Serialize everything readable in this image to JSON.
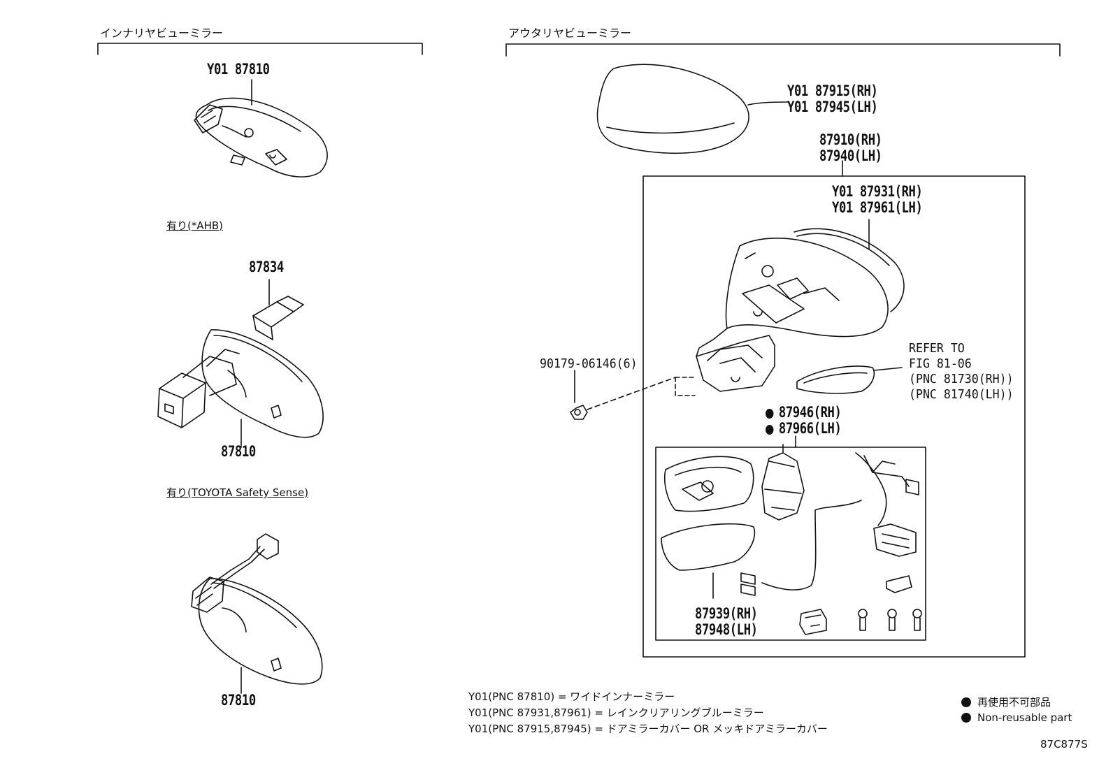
{
  "sections": {
    "inner_title": "インナリヤビューミラー",
    "outer_title": "アウタリヤビューミラー"
  },
  "inner": {
    "top_part": "Y01 87810",
    "note_ahb": "有り(*AHB)",
    "sensor_part": "87834",
    "ahb_mirror_part": "87810",
    "note_tss": "有り(TOYOTA Safety Sense)",
    "tss_mirror_part": "87810"
  },
  "outer": {
    "cover_rh": "Y01 87915(RH)",
    "cover_lh": "Y01 87945(LH)",
    "assy_rh": "87910(RH)",
    "assy_lh": "87940(LH)",
    "mirror_rh": "Y01 87931(RH)",
    "mirror_lh": "Y01 87961(LH)",
    "nut": "90179-06146(6)",
    "refer_1": "REFER TO",
    "refer_2": "FIG 81-06",
    "refer_3": "(PNC 81730(RH))",
    "refer_4": "(PNC 81740(LH))",
    "sub_rh": "87946(RH)",
    "sub_lh": "87966(LH)",
    "lower_rh": "87939(RH)",
    "lower_lh": "87948(LH)"
  },
  "footnotes": [
    "Y01(PNC 87810) = ワイドインナーミラー",
    "Y01(PNC 87931,87961) = レインクリアリングブルーミラー",
    "Y01(PNC 87915,87945) = ドアミラーカバー OR メッキドアミラーカバー"
  ],
  "legend": {
    "ja": "再使用不可部品",
    "en": "Non-reusable part"
  },
  "figure_code": "87C877S",
  "colors": {
    "ink": "#111111",
    "paper": "#ffffff"
  }
}
